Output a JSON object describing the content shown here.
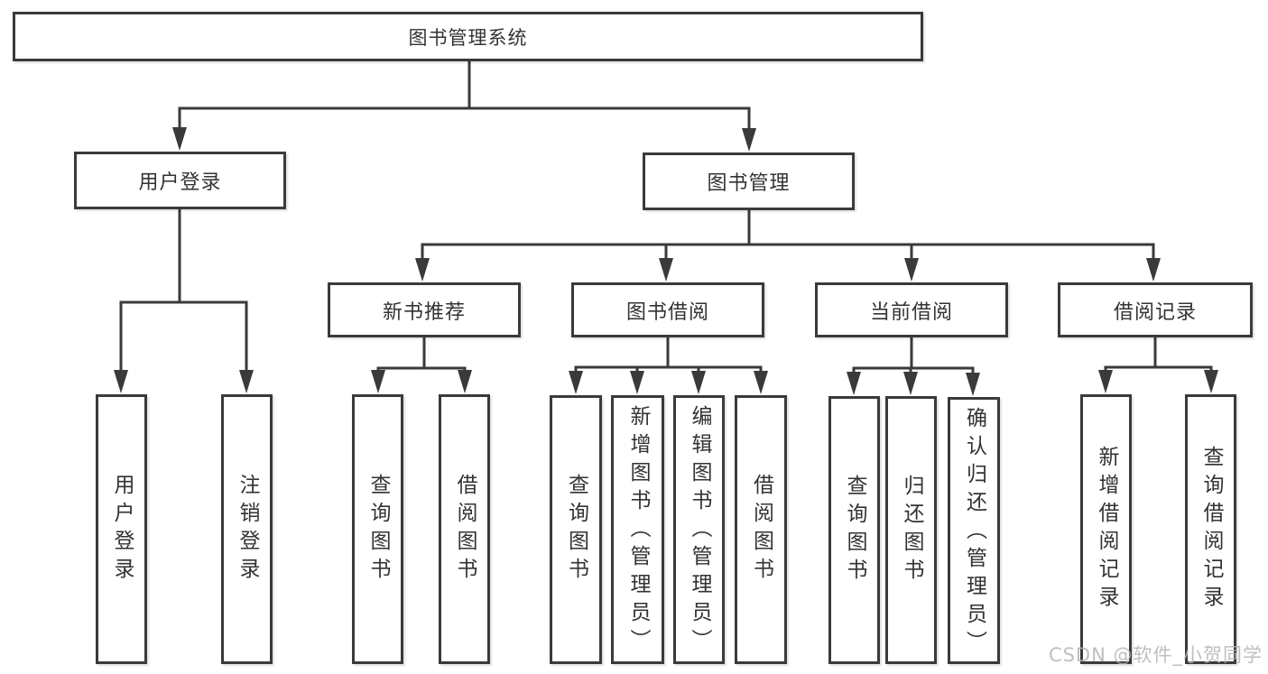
{
  "diagram_type": "functional-structure-tree",
  "tree": {
    "label": "图书管理系统",
    "children": [
      {
        "label": "用户登录",
        "children": [
          {
            "label": "用户登录"
          },
          {
            "label": "注销登录"
          }
        ]
      },
      {
        "label": "图书管理",
        "children": [
          {
            "label": "新书推荐",
            "children": [
              {
                "label": "查询图书"
              },
              {
                "label": "借阅图书"
              }
            ]
          },
          {
            "label": "图书借阅",
            "children": [
              {
                "label": "查询图书"
              },
              {
                "label": "新增图书（管理员）"
              },
              {
                "label": "编辑图书（管理员）"
              },
              {
                "label": "借阅图书"
              }
            ]
          },
          {
            "label": "当前借阅",
            "children": [
              {
                "label": "查询图书"
              },
              {
                "label": "归还图书"
              },
              {
                "label": "确认归还（管理员）"
              }
            ]
          },
          {
            "label": "借阅记录",
            "children": [
              {
                "label": "新增借阅记录"
              },
              {
                "label": "查询借阅记录"
              }
            ]
          }
        ]
      }
    ]
  },
  "watermark": "CSDN @软件_小贺同学",
  "colors": {
    "line": "#3a3a3a",
    "text": "#333333",
    "background": "#ffffff",
    "watermark": "#b5b5b5"
  }
}
